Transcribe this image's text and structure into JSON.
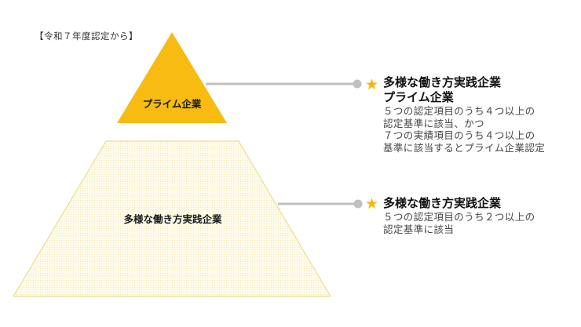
{
  "note": "【令和７年度認定から】",
  "pyramid": {
    "top": {
      "label": "プライム企業",
      "fill": "#f7bb12"
    },
    "base": {
      "label": "多様な働き方実践企業",
      "fill": "#fffbea",
      "stroke": "#eadf8a"
    }
  },
  "connector_color": "#c0c0c0",
  "star_color": "#f5b800",
  "descriptions": {
    "prime": {
      "title_line1": "多様な働き方実践企業",
      "title_line2": "プライム企業",
      "body": [
        "５つの認定項目のうち４つ以上の",
        "認定基準に該当、かつ",
        "７つの実績項目のうち４つ以上の",
        "基準に該当するとプライム企業認定"
      ]
    },
    "base": {
      "title_line1": "多様な働き方実践企業",
      "body": [
        "５つの認定項目のうち２つ以上の",
        "認定基準に該当"
      ]
    }
  }
}
